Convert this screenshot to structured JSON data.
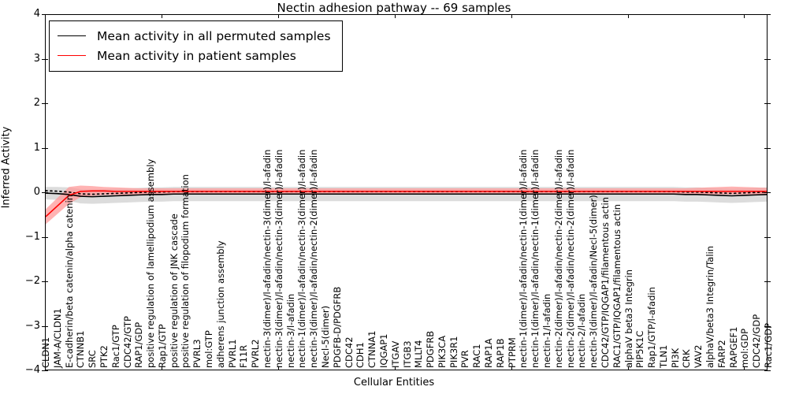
{
  "chart_data": {
    "type": "line",
    "title": "Nectin adhesion pathway -- 69 samples",
    "xlabel": "Cellular Entities",
    "ylabel": "Inferred Activity",
    "ylim": [
      -4,
      4
    ],
    "yticks": [
      -4,
      -3,
      -2,
      -1,
      0,
      1,
      2,
      3,
      4
    ],
    "grid": false,
    "legend_position": "upper left",
    "legend": [
      {
        "name": "Mean activity in all permuted samples",
        "color": "#000000"
      },
      {
        "name": "Mean activity in patient samples",
        "color": "#ff0000"
      }
    ],
    "categories": [
      "CLDN1",
      "JAM-A/CLDN1",
      "E-cadherin/beta catenin/alpha catenin",
      "CTNNB1",
      "SRC",
      "PTK2",
      "Rac1/GTP",
      "CDC42/GTP",
      "RAP1/GDP",
      "positive regulation of lamellipodium assembly",
      "Rap1/GTP",
      "positive regulation of JNK cascade",
      "positive regulation of filopodium formation",
      "PVRL3",
      "mol:GTP",
      "adherens junction assembly",
      "PVRL1",
      "F11R",
      "PVRL2",
      "nectin-3(dimer)/l-afadin/nectin-3(dimer)/l-afadin",
      "nectin-3(dimer)/l-afadin/nectin-3(dimer)/l-afadin",
      "nectin-3/l-afadin",
      "nectin-1(dimer)/l-afadin/nectin-3(dimer)/l-afadin",
      "nectin-3(dimer)/l-afadin/nectin-2(dimer)/l-afadin",
      "Necl-5(dimer)",
      "PDGFB-D/PDGFRB",
      "CDC42",
      "CDH1",
      "CTNNA1",
      "IQGAP1",
      "ITGAV",
      "ITGB3",
      "MLLT4",
      "PDGFRB",
      "PIK3CA",
      "PIK3R1",
      "PVR",
      "RAC1",
      "RAP1A",
      "RAP1B",
      "PTPRM",
      "nectin-1(dimer)/l-afadin/nectin-1(dimer)/l-afadin",
      "nectin-1(dimer)/l-afadin/nectin-1(dimer)/l-afadin",
      "nectin-1/l-afadin",
      "nectin-2(dimer)/l-afadin/nectin-2(dimer)/l-afadin",
      "nectin-2(dimer)/l-afadin/nectin-2(dimer)/l-afadin",
      "nectin-2/l-afadin",
      "nectin-3(dimer)/l-afadin/Necl-5(dimer)",
      "CDC42/GTP/IQGAP1/filamentous actin",
      "RAC1/GTP/IQGAP1/filamentous actin",
      "alphaV beta3 Integrin",
      "PIP5K1C",
      "Rap1/GTP/l-afadin",
      "TLN1",
      "PI3K",
      "CRK",
      "VAV2",
      "alphaV/beta3 Integrin/Talin",
      "FARP2",
      "RAPGEF1",
      "mol:GDP",
      "CDC42/GDP",
      "Rac1/GDP"
    ],
    "series": [
      {
        "name": "Mean activity in all permuted samples",
        "color": "#000000",
        "style": "solid+dotted",
        "band_color": "#bfbfbf",
        "values": [
          -0.02,
          -0.03,
          -0.05,
          -0.09,
          -0.1,
          -0.09,
          -0.08,
          -0.07,
          -0.06,
          -0.05,
          -0.05,
          -0.04,
          -0.04,
          -0.04,
          -0.04,
          -0.04,
          -0.04,
          -0.04,
          -0.04,
          -0.04,
          -0.04,
          -0.04,
          -0.04,
          -0.04,
          -0.04,
          -0.04,
          -0.04,
          -0.04,
          -0.04,
          -0.04,
          -0.04,
          -0.04,
          -0.04,
          -0.04,
          -0.04,
          -0.04,
          -0.04,
          -0.04,
          -0.04,
          -0.04,
          -0.04,
          -0.04,
          -0.04,
          -0.04,
          -0.04,
          -0.04,
          -0.04,
          -0.04,
          -0.04,
          -0.04,
          -0.04,
          -0.04,
          -0.04,
          -0.04,
          -0.04,
          -0.05,
          -0.05,
          -0.06,
          -0.07,
          -0.08,
          -0.07,
          -0.06,
          -0.05,
          -0.05,
          -0.05
        ],
        "band_upper": [
          0.12,
          0.12,
          0.11,
          0.07,
          0.06,
          0.07,
          0.08,
          0.09,
          0.1,
          0.11,
          0.11,
          0.12,
          0.12,
          0.12,
          0.12,
          0.12,
          0.12,
          0.12,
          0.12,
          0.12,
          0.12,
          0.12,
          0.12,
          0.12,
          0.12,
          0.12,
          0.12,
          0.12,
          0.12,
          0.12,
          0.12,
          0.12,
          0.12,
          0.12,
          0.12,
          0.12,
          0.12,
          0.12,
          0.12,
          0.12,
          0.12,
          0.12,
          0.12,
          0.12,
          0.12,
          0.12,
          0.12,
          0.12,
          0.12,
          0.12,
          0.12,
          0.12,
          0.12,
          0.12,
          0.12,
          0.11,
          0.11,
          0.1,
          0.09,
          0.08,
          0.09,
          0.1,
          0.11,
          0.11,
          0.11
        ],
        "band_lower": [
          -0.16,
          -0.17,
          -0.2,
          -0.25,
          -0.26,
          -0.25,
          -0.24,
          -0.23,
          -0.22,
          -0.21,
          -0.21,
          -0.2,
          -0.2,
          -0.2,
          -0.2,
          -0.2,
          -0.2,
          -0.2,
          -0.2,
          -0.2,
          -0.2,
          -0.2,
          -0.2,
          -0.2,
          -0.2,
          -0.2,
          -0.2,
          -0.2,
          -0.2,
          -0.2,
          -0.2,
          -0.2,
          -0.2,
          -0.2,
          -0.2,
          -0.2,
          -0.2,
          -0.2,
          -0.2,
          -0.2,
          -0.2,
          -0.2,
          -0.2,
          -0.2,
          -0.2,
          -0.2,
          -0.2,
          -0.2,
          -0.2,
          -0.2,
          -0.2,
          -0.2,
          -0.2,
          -0.2,
          -0.2,
          -0.21,
          -0.21,
          -0.22,
          -0.23,
          -0.24,
          -0.23,
          -0.22,
          -0.21,
          -0.21,
          -0.21
        ]
      },
      {
        "name": "Mean activity in patient samples",
        "color": "#ff0000",
        "style": "solid",
        "band_color": "#ff9a9a",
        "values": [
          -0.55,
          -0.31,
          -0.07,
          0.02,
          0.03,
          0.03,
          0.02,
          0.02,
          0.02,
          0.02,
          0.02,
          0.02,
          0.02,
          0.02,
          0.02,
          0.02,
          0.02,
          0.02,
          0.02,
          0.02,
          0.02,
          0.02,
          0.02,
          0.02,
          0.02,
          0.02,
          0.02,
          0.02,
          0.02,
          0.02,
          0.02,
          0.02,
          0.02,
          0.02,
          0.02,
          0.02,
          0.02,
          0.02,
          0.02,
          0.02,
          0.02,
          0.02,
          0.02,
          0.02,
          0.02,
          0.02,
          0.02,
          0.02,
          0.02,
          0.02,
          0.02,
          0.02,
          0.02,
          0.02,
          0.02,
          0.02,
          0.02,
          0.02,
          0.02,
          0.02,
          0.02,
          0.02,
          0.02,
          0.02,
          0.02
        ],
        "band_upper": [
          -0.38,
          -0.13,
          0.12,
          0.15,
          0.14,
          0.12,
          0.11,
          0.1,
          0.09,
          0.09,
          0.09,
          0.09,
          0.09,
          0.09,
          0.09,
          0.09,
          0.09,
          0.09,
          0.09,
          0.09,
          0.09,
          0.09,
          0.09,
          0.09,
          0.09,
          0.09,
          0.09,
          0.09,
          0.09,
          0.09,
          0.09,
          0.09,
          0.09,
          0.09,
          0.09,
          0.09,
          0.09,
          0.09,
          0.09,
          0.09,
          0.09,
          0.09,
          0.09,
          0.09,
          0.09,
          0.09,
          0.09,
          0.09,
          0.09,
          0.09,
          0.09,
          0.09,
          0.09,
          0.09,
          0.09,
          0.09,
          0.1,
          0.11,
          0.12,
          0.13,
          0.12,
          0.11,
          0.1,
          0.1,
          0.1
        ],
        "band_lower": [
          -0.72,
          -0.49,
          -0.26,
          -0.11,
          -0.08,
          -0.06,
          -0.06,
          -0.06,
          -0.05,
          -0.05,
          -0.05,
          -0.05,
          -0.05,
          -0.05,
          -0.05,
          -0.05,
          -0.05,
          -0.05,
          -0.05,
          -0.05,
          -0.05,
          -0.05,
          -0.05,
          -0.05,
          -0.05,
          -0.05,
          -0.05,
          -0.05,
          -0.05,
          -0.05,
          -0.05,
          -0.05,
          -0.05,
          -0.05,
          -0.05,
          -0.05,
          -0.05,
          -0.05,
          -0.05,
          -0.05,
          -0.05,
          -0.05,
          -0.05,
          -0.05,
          -0.05,
          -0.05,
          -0.05,
          -0.05,
          -0.05,
          -0.05,
          -0.05,
          -0.05,
          -0.05,
          -0.05,
          -0.05,
          -0.05,
          -0.05,
          -0.05,
          -0.05,
          -0.05,
          -0.05,
          -0.05,
          -0.05,
          -0.05,
          -0.05
        ]
      }
    ]
  }
}
